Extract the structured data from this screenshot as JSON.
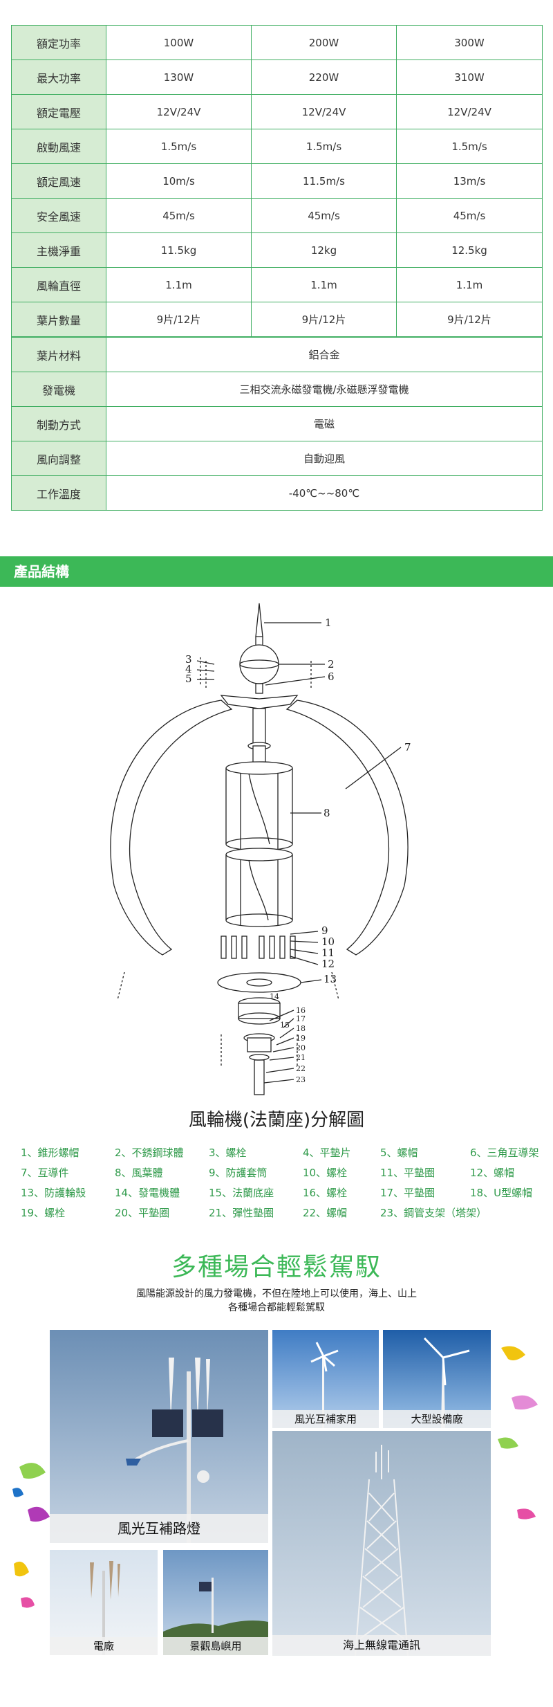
{
  "spec_table": {
    "rows": [
      {
        "label": "額定功率",
        "values": [
          "100W",
          "200W",
          "300W"
        ]
      },
      {
        "label": "最大功率",
        "values": [
          "130W",
          "220W",
          "310W"
        ]
      },
      {
        "label": "額定電壓",
        "values": [
          "12V/24V",
          "12V/24V",
          "12V/24V"
        ]
      },
      {
        "label": "啟動風速",
        "values": [
          "1.5m/s",
          "1.5m/s",
          "1.5m/s"
        ]
      },
      {
        "label": "額定風速",
        "values": [
          "10m/s",
          "11.5m/s",
          "13m/s"
        ]
      },
      {
        "label": "安全風速",
        "values": [
          "45m/s",
          "45m/s",
          "45m/s"
        ]
      },
      {
        "label": "主機淨重",
        "values": [
          "11.5kg",
          "12kg",
          "12.5kg"
        ]
      },
      {
        "label": "風輪直徑",
        "values": [
          "1.1m",
          "1.1m",
          "1.1m"
        ]
      },
      {
        "label": "葉片數量",
        "values": [
          "9片/12片",
          "9片/12片",
          "9片/12片"
        ]
      }
    ],
    "merged_rows": [
      {
        "label": "葉片材料",
        "value": "鋁合金"
      },
      {
        "label": "發電機",
        "value": "三相交流永磁發電機/永磁懸浮發電機"
      },
      {
        "label": "制動方式",
        "value": "電磁"
      },
      {
        "label": "風向調整",
        "value": "自動迎風"
      },
      {
        "label": "工作溫度",
        "value": "-40℃~~80℃"
      }
    ]
  },
  "section_title": "產品結構",
  "diagram": {
    "caption": "風輪機(法蘭座)分解圖",
    "callouts": [
      "1",
      "2",
      "3",
      "4",
      "5",
      "6",
      "7",
      "8",
      "9",
      "10",
      "11",
      "12",
      "13",
      "14",
      "15",
      "16",
      "17",
      "18",
      "19",
      "20",
      "21",
      "22",
      "23"
    ]
  },
  "parts_list": [
    [
      "1、錐形螺帽",
      "2、不銹鋼球體",
      "3、螺栓",
      "4、平墊片",
      "5、螺帽",
      "6、三角互導架"
    ],
    [
      "7、互導件",
      "8、風葉體",
      "9、防護套筒",
      "10、螺栓",
      "11、平墊圈",
      "12、螺帽"
    ],
    [
      "13、防護輪殼",
      "14、發電機體",
      "15、法蘭底座",
      "16、螺栓",
      "17、平墊圈",
      "18、U型螺帽"
    ],
    [
      "19、螺栓",
      "20、平墊圈",
      "21、彈性墊圈",
      "22、螺帽",
      "23、鋼管支架（塔架）"
    ]
  ],
  "headline": "多種場合輕鬆駕馭",
  "description": [
    "風陽能源設計的風力發電機，不但在陸地上可以使用，海上、山上",
    "各種場合都能輕鬆駕馭"
  ],
  "photos": {
    "street_light": "風光互補路燈",
    "home": "風光互補家用",
    "large_plant": "大型設備廠",
    "sea_telecom": "海上無線電通訊",
    "power_plant": "電廠",
    "island": "景觀島嶼用"
  },
  "colors": {
    "green": "#3cb857",
    "table_border": "#3fae61",
    "label_bg": "#d6ecd3"
  }
}
